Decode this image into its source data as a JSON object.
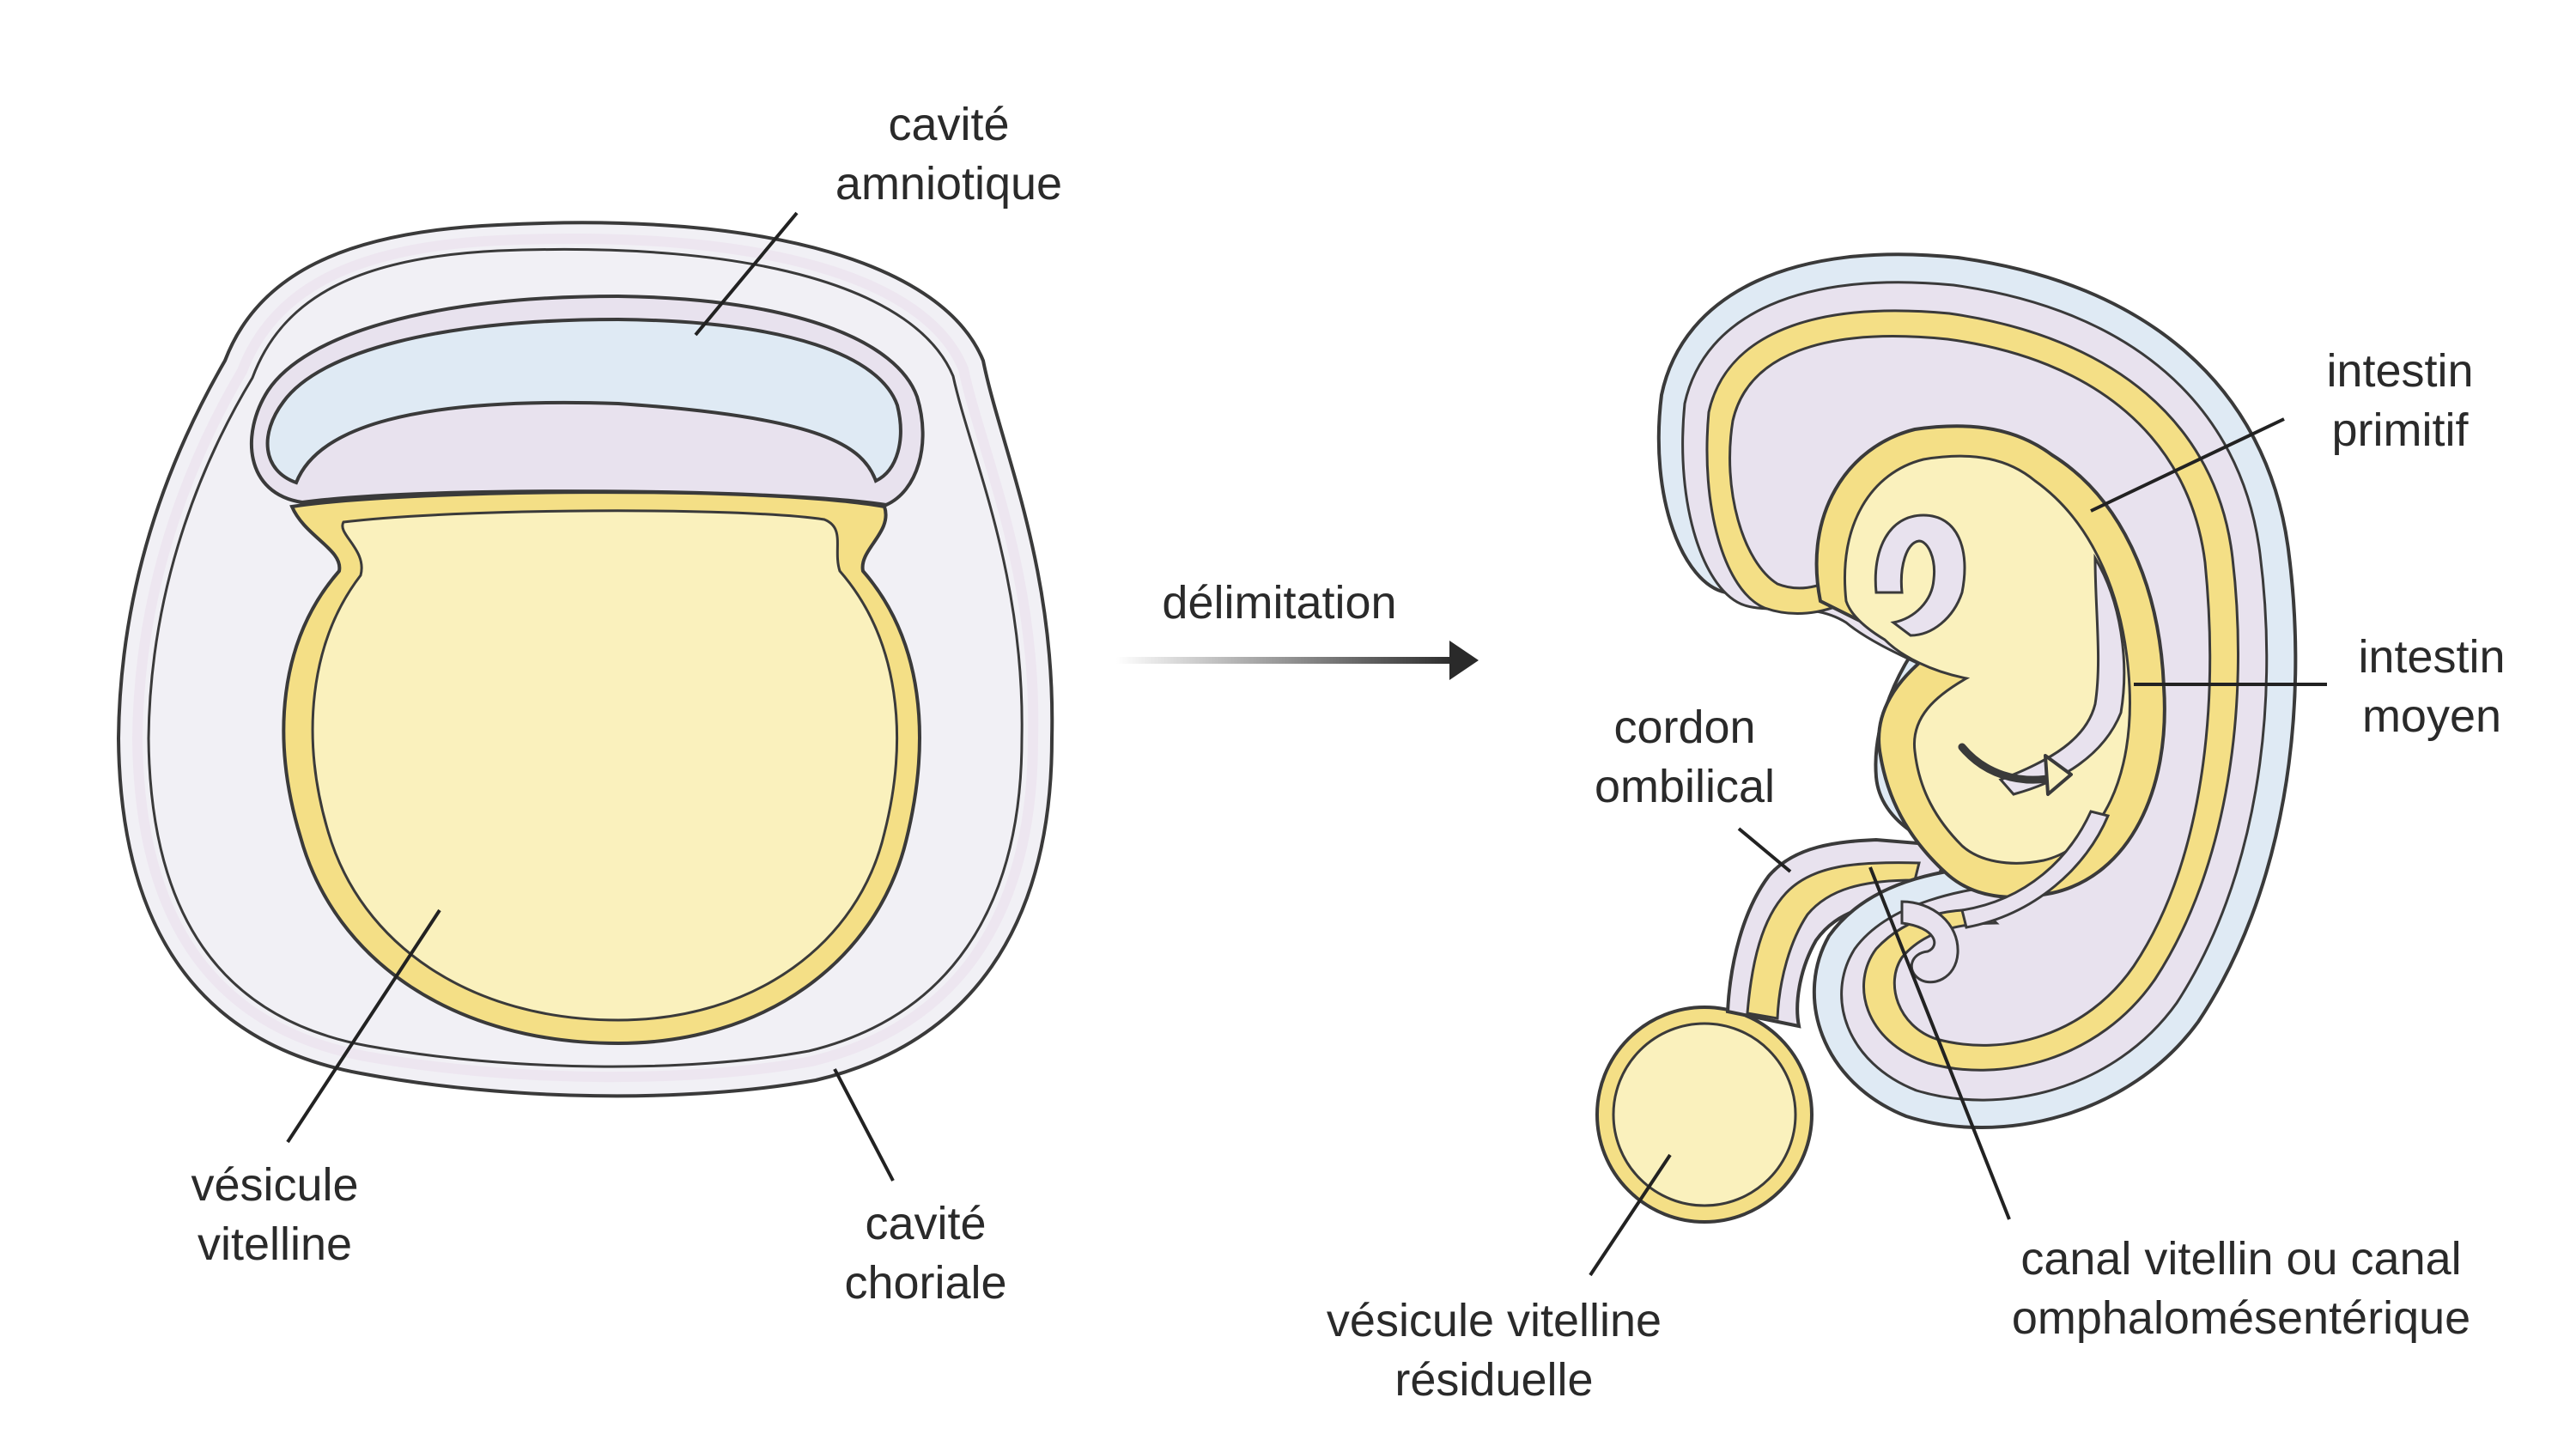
{
  "diagram": {
    "arrow_label": "délimitation",
    "left": {
      "amniotic_cavity": [
        "cavité",
        "amniotique"
      ],
      "yolk_sac": [
        "vésicule",
        "vitelline"
      ],
      "chorionic_cavity": [
        "cavité",
        "choriale"
      ]
    },
    "right": {
      "primitive_gut": [
        "intestin",
        "primitif"
      ],
      "midgut": [
        "intestin",
        "moyen"
      ],
      "umbilical_cord": [
        "cordon",
        "ombilical"
      ],
      "residual_yolk_sac": [
        "vésicule vitelline",
        "résiduelle"
      ],
      "vitelline_duct": [
        "canal vitellin ou canal",
        "omphalomésentérique"
      ]
    }
  },
  "colors": {
    "outline": "#3a3a3a",
    "yolk_fill": "#faf1bd",
    "yolk_rim": "#f4df86",
    "amnion_fill": "#dfeaf4",
    "embryo_fill": "#e8e2ee",
    "chorion_fill": "#f1f0f5",
    "chorion_rim": "#ece4ef",
    "leader_line": "#222222"
  }
}
